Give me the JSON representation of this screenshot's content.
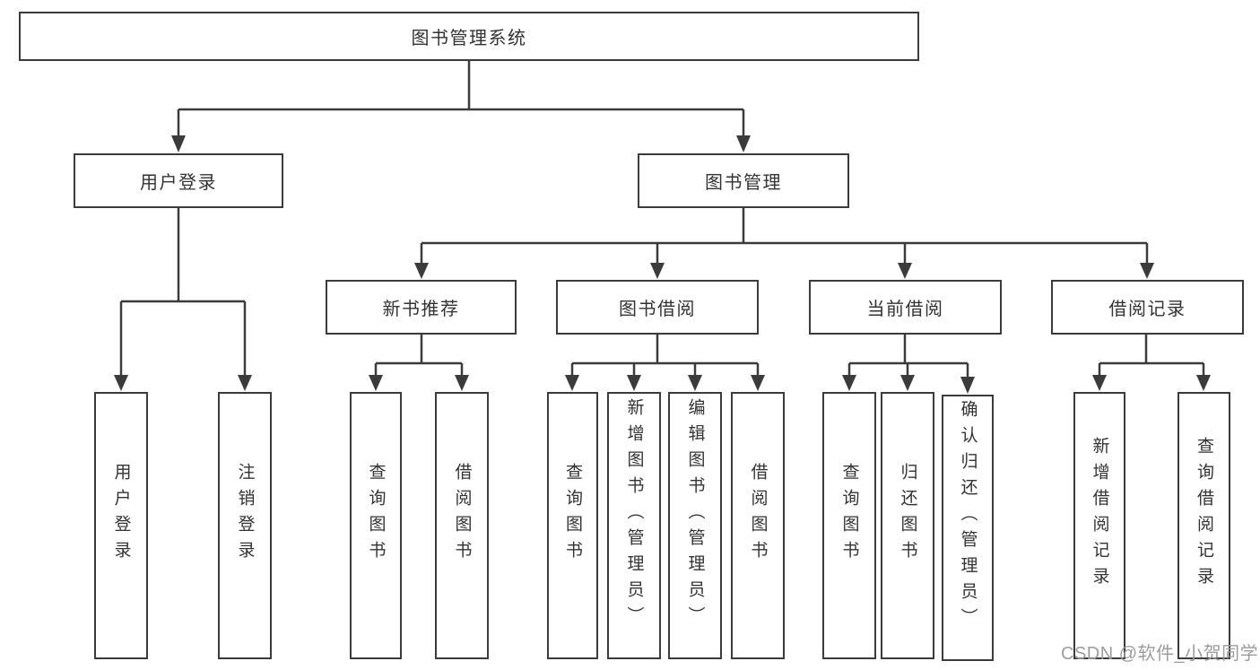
{
  "tree": {
    "label": "图书管理系统",
    "children": [
      {
        "label": "用户登录",
        "children": [
          {
            "label": "用户登录"
          },
          {
            "label": "注销登录"
          }
        ]
      },
      {
        "label": "图书管理",
        "children": [
          {
            "label": "新书推荐",
            "children": [
              {
                "label": "查询图书"
              },
              {
                "label": "借阅图书"
              }
            ]
          },
          {
            "label": "图书借阅",
            "children": [
              {
                "label": "查询图书"
              },
              {
                "label": "新增图书（管理员）"
              },
              {
                "label": "编辑图书（管理员）"
              },
              {
                "label": "借阅图书"
              }
            ]
          },
          {
            "label": "当前借阅",
            "children": [
              {
                "label": "查询图书"
              },
              {
                "label": "归还图书"
              },
              {
                "label": "确认归还（管理员）"
              }
            ]
          },
          {
            "label": "借阅记录",
            "children": [
              {
                "label": "新增借阅记录"
              },
              {
                "label": "查询借阅记录"
              }
            ]
          }
        ]
      }
    ]
  },
  "watermark": {
    "text": "CSDN @软件_小贺同学"
  },
  "colors": {
    "line": "#3b3b3b",
    "box_border": "#3b3b3b",
    "box_background": "#ffffff",
    "text": "#333333",
    "watermark": "#9c9c9c",
    "background": "#ffffff"
  }
}
